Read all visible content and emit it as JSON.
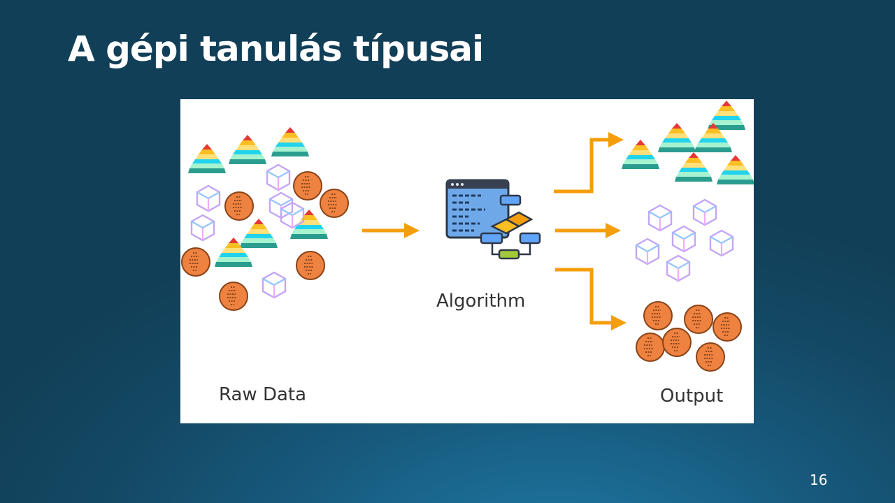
{
  "slide": {
    "title": "A gépi tanulás típusai",
    "page_number": "16"
  },
  "diagram": {
    "raw_label": "Raw Data",
    "algorithm_label": "Algorithm",
    "output_label": "Output",
    "colors": {
      "arrow": "#f59e0b",
      "coin": "#ee8240",
      "coin_edge": "#8a4318",
      "cube": "#c3a6f5",
      "pyramid_top": "#e53935",
      "pyramid_mid": "#fbbf24",
      "pyramid_low": "#22d3ee",
      "pyramid_base": "#2a9d8f"
    },
    "icons": [
      "pyramid-icon",
      "cube-icon",
      "coin-icon",
      "algorithm-icon",
      "arrow-icon"
    ]
  }
}
